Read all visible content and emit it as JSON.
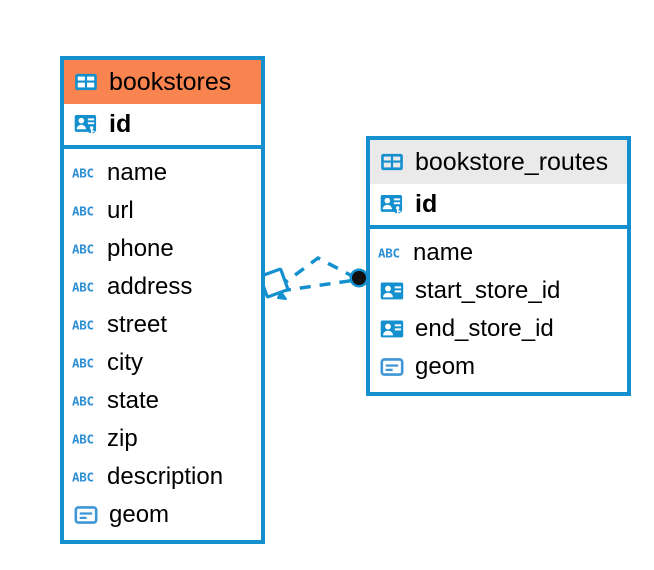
{
  "diagram": {
    "type": "entity-relationship-diagram",
    "background_color": "#ffffff",
    "accent_color": "#1490ce",
    "selected_header_color": "#f98450",
    "unselected_header_color": "#eaeaea"
  },
  "entities": [
    {
      "name": "bookstores",
      "selected": true,
      "header_icon": "table-icon",
      "primary_key": {
        "label": "id",
        "icon": "primary-key-icon"
      },
      "fields": [
        {
          "label": "name",
          "icon": "text-type-icon"
        },
        {
          "label": "url",
          "icon": "text-type-icon"
        },
        {
          "label": "phone",
          "icon": "text-type-icon"
        },
        {
          "label": "address",
          "icon": "text-type-icon"
        },
        {
          "label": "street",
          "icon": "text-type-icon"
        },
        {
          "label": "city",
          "icon": "text-type-icon"
        },
        {
          "label": "state",
          "icon": "text-type-icon"
        },
        {
          "label": "zip",
          "icon": "text-type-icon"
        },
        {
          "label": "description",
          "icon": "text-type-icon"
        },
        {
          "label": "geom",
          "icon": "blob-type-icon"
        }
      ]
    },
    {
      "name": "bookstore_routes",
      "selected": false,
      "header_icon": "table-icon",
      "primary_key": {
        "label": "id",
        "icon": "primary-key-icon"
      },
      "fields": [
        {
          "label": "name",
          "icon": "text-type-icon"
        },
        {
          "label": "start_store_id",
          "icon": "foreign-key-icon"
        },
        {
          "label": "end_store_id",
          "icon": "foreign-key-icon"
        },
        {
          "label": "geom",
          "icon": "blob-type-icon"
        }
      ]
    }
  ],
  "relationship": {
    "from_entity": "bookstores",
    "to_entity": "bookstore_routes",
    "line_style": "dashed",
    "line_color": "#1490ce",
    "source_marker": "diamond-handle-icon",
    "target_marker": "filled-circle-endpoint-icon"
  }
}
